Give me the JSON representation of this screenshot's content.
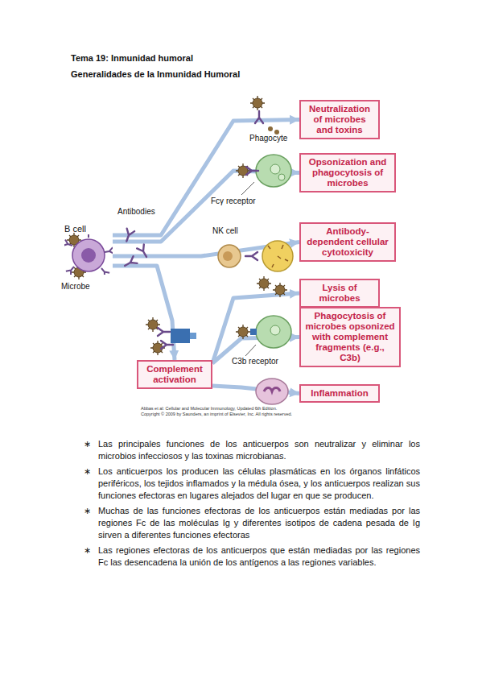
{
  "diagram": {
    "title": "Tema 19: Inmunidad humoral",
    "nodes": [
      {
        "text": [
          "B cell"
        ]
      },
      {
        "text": [
          "Neutralization of microbes and toxins"
        ]
      },
      {
        "text": [
          "Opsonization and phagocytosis of microbes"
        ]
      },
      {
        "text": [
          "Antibody-dependent cellular cytotoxicity"
        ]
      },
      {
        "text": [
          "Lysis of microbes"
        ]
      },
      {
        "text": [
          "Phagocytosis of microbes opsonized with complement fragments (e.g., C3b)"
        ]
      },
      {
        "text": [
          "Complement activation"
        ]
      },
      {
        "text": [
          "Inflammation"
        ]
      }
    ],
    "edges": [
      {
        "from": 0,
        "to": 1,
        "arrow": "to"
      },
      {
        "from": 0,
        "to": 2,
        "arrow": "to"
      },
      {
        "from": 0,
        "to": 3,
        "arrow": "to"
      },
      {
        "from": 0,
        "to": 6,
        "arrow": "to"
      },
      {
        "from": 6,
        "to": 4,
        "arrow": "to"
      },
      {
        "from": 6,
        "to": 5,
        "arrow": "to"
      },
      {
        "from": 6,
        "to": 7,
        "arrow": "to"
      }
    ],
    "labels": [
      "Generalidades de la Inmunidad Humoral",
      "Phagocyte",
      "Fcγ receptor",
      "Antibodies",
      "NK cell",
      "Microbe",
      "C3b receptor",
      "Abbas et al: Cellular and Molecular Immunology, Updated 6th Edition.",
      "Copyright © 2009 by Saunders, an imprint of Elsevier, Inc. All rights reserved.",
      "∗",
      "Las principales funciones de los anticuerpos son neutralizar y eliminar los microbios infecciosos y las toxinas microbianas.",
      "∗",
      "Los anticuerpos los producen las células plasmáticas en los órganos linfáticos periféricos, los tejidos inflamados y la médula ósea, y los anticuerpos realizan sus funciones efectoras en lugares alejados del lugar en que se producen.",
      "∗",
      "Muchas de las funciones efectoras de los anticuerpos están mediadas por las regiones Fc de las moléculas Ig y diferentes isotipos de cadena pesada de Ig sirven a diferentes funciones efectoras",
      "∗",
      "Las regiones efectoras de los anticuerpos que están mediadas por las regiones Fc las desencadena la unión de los antígenos a las regiones variables."
    ]
  }
}
